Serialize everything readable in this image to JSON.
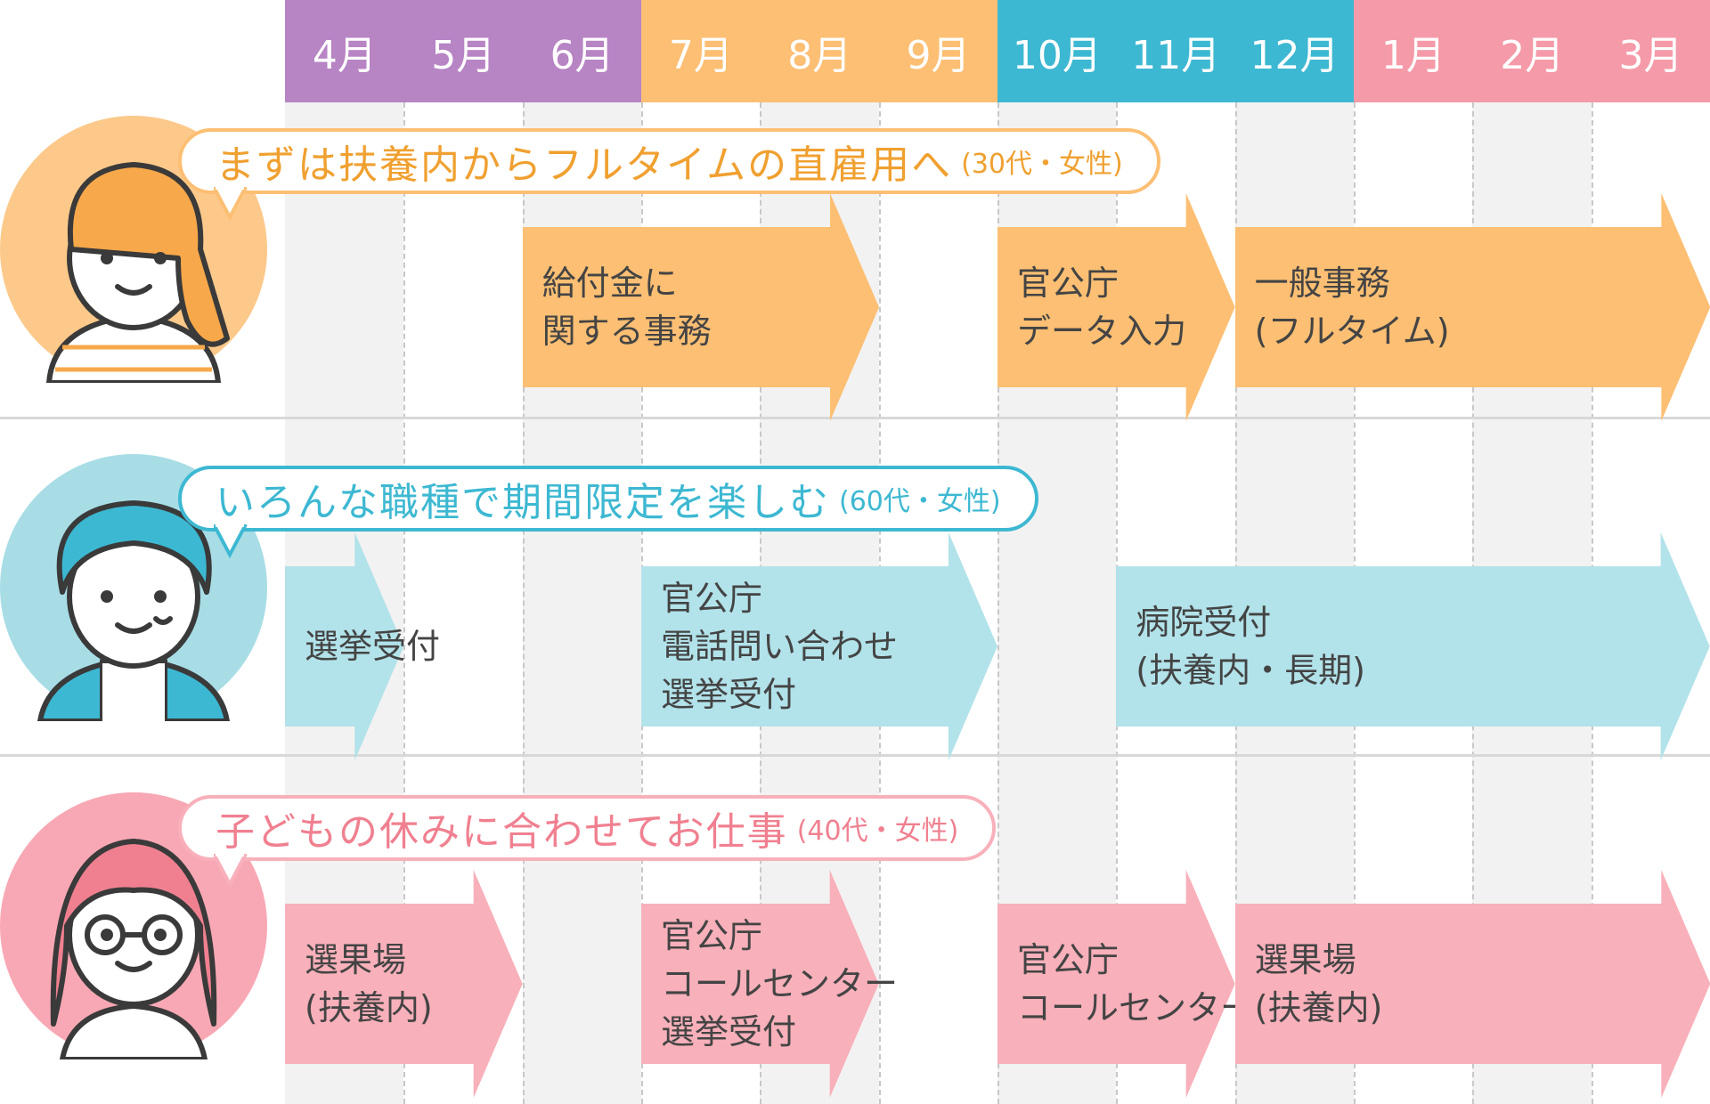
{
  "months": [
    {
      "label": "4月",
      "color": "#b784c4"
    },
    {
      "label": "5月",
      "color": "#b784c4"
    },
    {
      "label": "6月",
      "color": "#b784c4"
    },
    {
      "label": "7月",
      "color": "#fcbf73"
    },
    {
      "label": "8月",
      "color": "#fcbf73"
    },
    {
      "label": "9月",
      "color": "#fcbf73"
    },
    {
      "label": "10月",
      "color": "#3db8d2"
    },
    {
      "label": "11月",
      "color": "#3db8d2"
    },
    {
      "label": "12月",
      "color": "#3db8d2"
    },
    {
      "label": "1月",
      "color": "#f59aa8"
    },
    {
      "label": "2月",
      "color": "#f59aa8"
    },
    {
      "label": "3月",
      "color": "#f59aa8"
    }
  ],
  "rows": [
    {
      "title": "まずは扶養内からフルタイムの直雇用へ",
      "subtitle": "(30代・女性)",
      "accent": "#fcbf73",
      "title_color": "#f0a030",
      "avatar_bg": "#fcc98a",
      "avatar_icon": "woman-ponytail-icon",
      "jobs": [
        {
          "label": "給付金に\n関する事務",
          "start_month": "6月",
          "end_month": "8月"
        },
        {
          "label": "官公庁\nデータ入力",
          "start_month": "10月",
          "end_month": "11月"
        },
        {
          "label": "一般事務\n(フルタイム)",
          "start_month": "12月",
          "end_month": "3月"
        }
      ]
    },
    {
      "title": "いろんな職種で期間限定を楽しむ",
      "subtitle": "(60代・女性)",
      "accent": "#b2e2ea",
      "title_color": "#3db8d2",
      "avatar_bg": "#a8dde6",
      "avatar_icon": "older-woman-icon",
      "jobs": [
        {
          "label": "選挙受付",
          "start_month": "4月",
          "end_month": "4月"
        },
        {
          "label": "官公庁\n電話問い合わせ\n選挙受付",
          "start_month": "7月",
          "end_month": "9月"
        },
        {
          "label": "病院受付\n(扶養内・長期)",
          "start_month": "11月",
          "end_month": "3月"
        }
      ]
    },
    {
      "title": "子どもの休みに合わせてお仕事",
      "subtitle": "(40代・女性)",
      "accent": "#f8b0ba",
      "title_color": "#f08090",
      "avatar_bg": "#f8a8b4",
      "avatar_icon": "woman-glasses-icon",
      "jobs": [
        {
          "label": "選果場\n(扶養内)",
          "start_month": "4月",
          "end_month": "5月"
        },
        {
          "label": "官公庁\nコールセンター\n選挙受付",
          "start_month": "7月",
          "end_month": "8月"
        },
        {
          "label": "官公庁\nコールセンター",
          "start_month": "10月",
          "end_month": "11月"
        },
        {
          "label": "選果場\n(扶養内)",
          "start_month": "12月",
          "end_month": "3月"
        }
      ]
    }
  ]
}
